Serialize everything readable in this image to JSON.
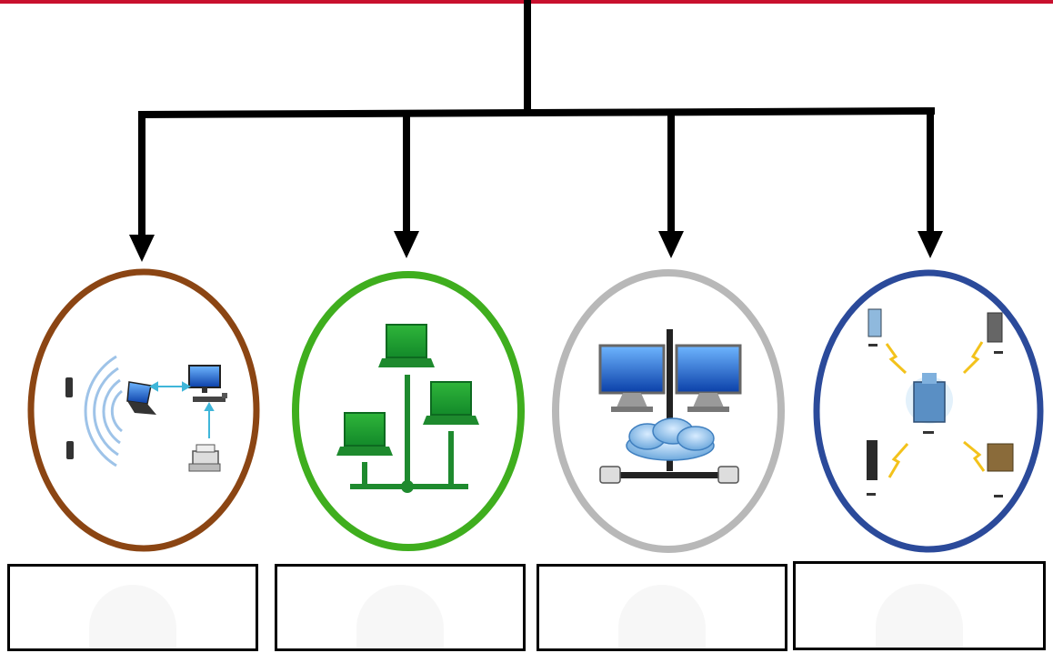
{
  "colors": {
    "top_bar": "#c8102e",
    "connector": "#000000",
    "wireless_ring": "#8b4513",
    "bus_ring": "#3fae1e",
    "network_ring": "#b8b8b8",
    "wan_ring": "#2b4a9a"
  },
  "nodes": [
    {
      "id": "wireless",
      "icon": "wireless-network-icon",
      "ring_color": "#8b4513",
      "label": ""
    },
    {
      "id": "bus",
      "icon": "bus-topology-icon",
      "ring_color": "#3fae1e",
      "label": ""
    },
    {
      "id": "network",
      "icon": "networked-computers-icon",
      "ring_color": "#b8b8b8",
      "label": ""
    },
    {
      "id": "wan",
      "icon": "wide-area-network-icon",
      "ring_color": "#2b4a9a",
      "label": ""
    }
  ]
}
